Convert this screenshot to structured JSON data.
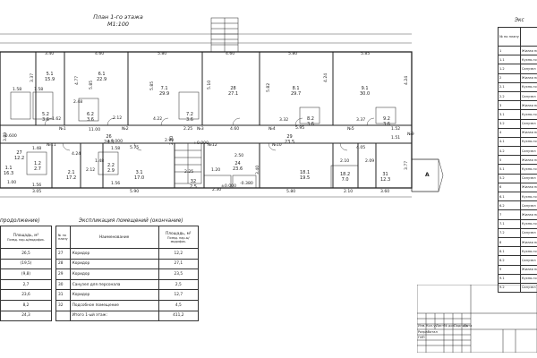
{
  "plan": {
    "title_line1": "План 1-го этажа",
    "title_line2": "М1:100"
  },
  "rooms": [
    {
      "name": "5.1",
      "area": "15.9"
    },
    {
      "name": "6.1",
      "area": "22.9"
    },
    {
      "name": "7.1",
      "area": "29.9"
    },
    {
      "name": "28",
      "area": "27.1"
    },
    {
      "name": "8.1",
      "area": "29.7"
    },
    {
      "name": "9.1",
      "area": "30.0"
    },
    {
      "name": "5.2",
      "area": "3.6"
    },
    {
      "name": "6.2",
      "area": "3.6"
    },
    {
      "name": "7.2",
      "area": "3.6"
    },
    {
      "name": "8.2",
      "area": "3.6"
    },
    {
      "name": "9.2",
      "area": "3.6"
    },
    {
      "name": "26",
      "area": "24.3"
    },
    {
      "name": "27",
      "area": "12.2"
    },
    {
      "name": "29",
      "area": "23.5"
    },
    {
      "name": "2.1",
      "area": "17.2"
    },
    {
      "name": "3.1",
      "area": "17.0"
    },
    {
      "name": "24",
      "area": "23.6"
    },
    {
      "name": "18.1",
      "area": "19.5"
    },
    {
      "name": "18.2",
      "area": "7.0"
    },
    {
      "name": "31",
      "area": "12.3"
    },
    {
      "name": "1.2",
      "area": "2.7"
    },
    {
      "name": "2.2",
      "area": "2.9"
    },
    {
      "name": "32",
      "area": "2.5"
    },
    {
      "name": "1.1",
      "area": "16.3"
    }
  ],
  "dimensions_top": [
    "3.40",
    "4.60",
    "5.80",
    "4.60",
    "5.80",
    "5.85"
  ],
  "dimensions_mid": [
    "4.24",
    "5.75",
    "3.32",
    "5.95",
    "3.37",
    "4.05",
    "2.90",
    "2.50",
    "4.60",
    "2.25"
  ],
  "dimensions_bottom": [
    "3.05",
    "5.90",
    "5.80",
    "2.10",
    "3.60",
    "2.25",
    "1.20",
    "2.30"
  ],
  "dimensions_vertical": [
    "3.37",
    "4.77",
    "5.85",
    "5.85",
    "5.10",
    "5.82",
    "4.24",
    "4.24",
    "3.40",
    "3.77",
    "2.20",
    "3.89"
  ],
  "small_dims": [
    "1.58",
    "1.58",
    "1.48",
    "1.56",
    "1.00",
    "2.48",
    "1.62",
    "2.12",
    "4.22",
    "1.52",
    "1.51",
    "2.10",
    "2.09",
    "11.00",
    "1.48",
    "2.12",
    "1.56",
    "1.58"
  ],
  "levels": [
    "±0.000",
    "±0.000",
    "-0.600",
    "+0.000",
    "-0.380"
  ],
  "marks": [
    "№1",
    "№2",
    "№3",
    "№4",
    "№5",
    "№10",
    "№11",
    "№12",
    "№9"
  ],
  "entrance_label": "А",
  "left_table": {
    "caption": "продолжение)",
    "header_area": "Площадь, м²",
    "header_sub": "Псевд. пар-ы/модифик.",
    "rows": [
      {
        "a": "26,5",
        "b": ""
      },
      {
        "a": "(19,5)",
        "b": ""
      },
      {
        "a": "(9,8)",
        "b": ""
      },
      {
        "a": "2,7",
        "b": ""
      },
      {
        "a": "23,6",
        "b": ""
      },
      {
        "a": "8,2",
        "b": ""
      },
      {
        "a": "24,3",
        "b": ""
      }
    ]
  },
  "main_table": {
    "caption": "Экспликация помещений (окончание)",
    "header_no": "№ по плану",
    "header_name": "Наименование",
    "header_area": "Площадь, м²",
    "header_sub": "Псевд. пар-ы/модифик.",
    "rows": [
      {
        "no": "27",
        "name": "Коридор",
        "area": "12,2"
      },
      {
        "no": "28",
        "name": "Коридор",
        "area": "27,1"
      },
      {
        "no": "29",
        "name": "Коридор",
        "area": "23,5"
      },
      {
        "no": "30",
        "name": "Санузел для персонала",
        "area": "2,5"
      },
      {
        "no": "31",
        "name": "Коридор",
        "area": "12,7"
      },
      {
        "no": "32",
        "name": "Подсобное помещение",
        "area": "4,5"
      },
      {
        "no": "",
        "name": "Итого 1-ый этаж:",
        "area": "411,2"
      }
    ]
  },
  "right_table": {
    "caption": "Экс",
    "header": "№ по плану",
    "rows": [
      {
        "no": "1",
        "name": "Жилая поме"
      },
      {
        "no": "1.1",
        "name": "Кухня-гост"
      },
      {
        "no": "1.2",
        "name": "Санузел"
      },
      {
        "no": "2",
        "name": "Жилая поме"
      },
      {
        "no": "2.1",
        "name": "Кухня-гост"
      },
      {
        "no": "2.2",
        "name": "Санузел"
      },
      {
        "no": "3",
        "name": "Жилая поме"
      },
      {
        "no": "3.1",
        "name": "Кухня-гост"
      },
      {
        "no": "3.2",
        "name": "Санузел"
      },
      {
        "no": "4",
        "name": "Жилая поме"
      },
      {
        "no": "4.1",
        "name": "Кухня-гост"
      },
      {
        "no": "4.2",
        "name": "Санузел"
      },
      {
        "no": "5",
        "name": "Жилая поме"
      },
      {
        "no": "5.1",
        "name": "Кухня-гост"
      },
      {
        "no": "5.2",
        "name": "Санузел"
      },
      {
        "no": "6",
        "name": "Жилая поме"
      },
      {
        "no": "6.1",
        "name": "Кухня-гост"
      },
      {
        "no": "6.2",
        "name": "Санузел"
      },
      {
        "no": "7",
        "name": "Жилая поме"
      },
      {
        "no": "7.1",
        "name": "Кухня-гост"
      },
      {
        "no": "7.2",
        "name": "Санузел"
      },
      {
        "no": "8",
        "name": "Жилая поме"
      },
      {
        "no": "8.1",
        "name": "Кухня-гост"
      },
      {
        "no": "8.2",
        "name": "Санузел"
      },
      {
        "no": "9",
        "name": "Жилая поме"
      },
      {
        "no": "9.1",
        "name": "Кухня-гост"
      },
      {
        "no": "9.2",
        "name": "Санузел"
      }
    ]
  },
  "stamp": {
    "col_izm": "Изм.",
    "col_kol": "Кол.уч",
    "col_list": "Лист",
    "col_ndok": "№ док.",
    "col_podp": "Подпись",
    "col_data": "Дата",
    "razrab": "Разработал",
    "gip": "ГИП"
  }
}
